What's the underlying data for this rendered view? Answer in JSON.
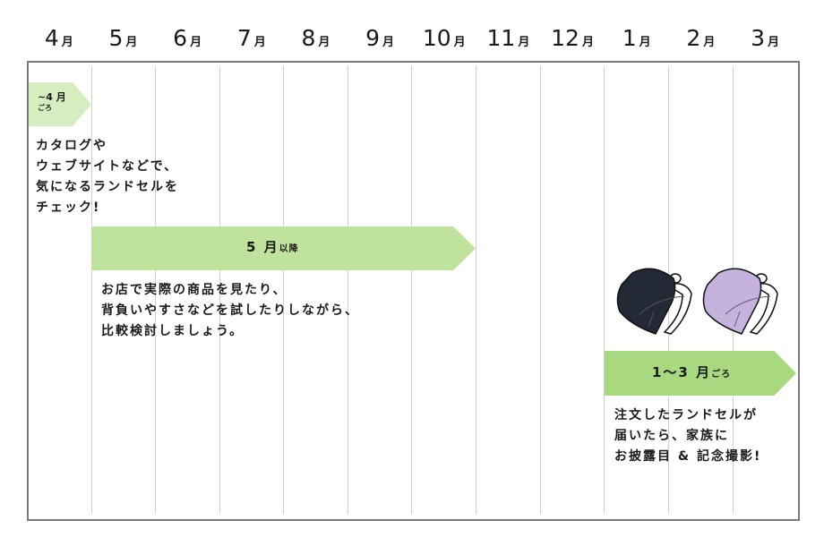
{
  "timeline": {
    "months": [
      {
        "num": "4",
        "unit": "月"
      },
      {
        "num": "5",
        "unit": "月"
      },
      {
        "num": "6",
        "unit": "月"
      },
      {
        "num": "7",
        "unit": "月"
      },
      {
        "num": "8",
        "unit": "月"
      },
      {
        "num": "9",
        "unit": "月"
      },
      {
        "num": "10",
        "unit": "月"
      },
      {
        "num": "11",
        "unit": "月"
      },
      {
        "num": "12",
        "unit": "月"
      },
      {
        "num": "1",
        "unit": "月"
      },
      {
        "num": "2",
        "unit": "月"
      },
      {
        "num": "3",
        "unit": "月"
      }
    ]
  },
  "phases": [
    {
      "label_main": "~4 月",
      "label_sub": "ごろ",
      "description": "カタログや\nウェブサイトなどで、\n気になるランドセルを\nチェック!",
      "color": "#d6edc0"
    },
    {
      "label_main": "5 月",
      "label_sub": "以降",
      "description": "お店で実際の商品を見たり、\n背負いやすさなどを試したりしながら、\n比較検討しましょう。",
      "color": "#bfe29d"
    },
    {
      "label_main": "1～3 月",
      "label_sub": "ごろ",
      "description": "注文したランドセルが\n届いたら、家族に\nお披露目 & 記念撮影!",
      "color": "#a8d880"
    }
  ],
  "illustrations": [
    {
      "name": "randoseru-navy",
      "color": "#232a36"
    },
    {
      "name": "randoseru-lavender",
      "color": "#c5b3de"
    }
  ],
  "colors": {
    "frame": "#7a7a7a",
    "grid": "#cfcfcf",
    "text": "#1a1a1a"
  }
}
